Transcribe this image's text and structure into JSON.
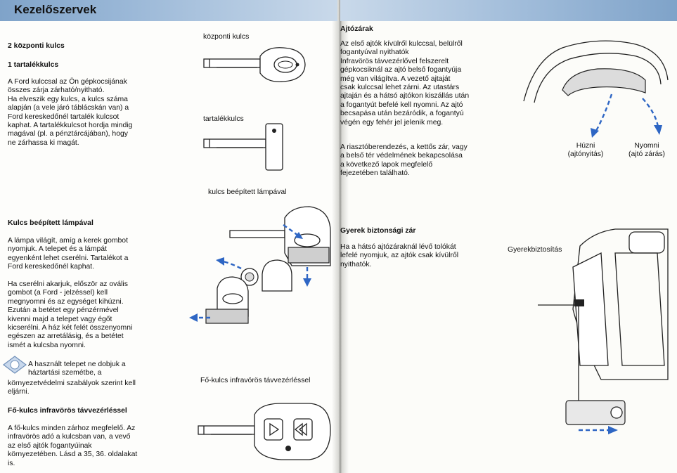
{
  "header": {
    "title": "Kezelőszervek"
  },
  "left": {
    "heading_keys": "2 központi kulcs",
    "heading_spare": "1 tartalékkulcs",
    "para_spare": "A Ford kulccsal az Ön gépkocsijának\nösszes zárja zárható/nyitható.\nHa elveszik egy kulcs, a kulcs száma\nalapján (a vele járó táblácskán van) a\nFord kereskedőnél tartalék kulcsot\nkaphat. A tartalékkulcsot hordja mindig\nmagával (pl. a pénztárcájában), hogy\nne zárhassa ki magát.",
    "heading_lamp": "Kulcs beépített lámpával",
    "para_lamp1": "A lámpa világít, amíg a kerek gombot\nnyomjuk. A telepet és a lámpát\negyenként lehet cserélni. Tartalékot a\nFord kereskedőnél kaphat.",
    "para_lamp2": "Ha cserélni akarjuk, először az ovális\ngombot (a Ford - jelzéssel) kell\nmegnyomni és az egységet kihúzni.\nEzután a betétet egy pénzérmével\nkivenni majd a telepet vagy égőt\nkicserélni. A ház két felét összenyomni\negészen az arretálásig, és a betétet\nismét a kulcsba nyomni.",
    "env_note_1": "A használt telepet ne dobjuk a\nháztartási szemétbe, a",
    "env_note_2": "környezetvédelmi szabályok szerint kell\neljárni.",
    "heading_master": "Fő-kulcs infravörös távvezérléssel",
    "para_master": "A fő-kulcs minden zárhoz megfelelő. Az\ninfravörös adó a kulcsban van, a vevő\naz első ajtók fogantyúinak\nkörnyezetében. Lásd a 35, 36. oldalakat\nis.",
    "cap_central_key": "központi kulcs",
    "cap_spare_key": "tartalékkulcs",
    "cap_lamp_key": "kulcs beépített lámpával",
    "cap_master_key": "Fő-kulcs infravörös távvezérléssel"
  },
  "right": {
    "heading_locks": "Ajtózárak",
    "para_locks": "Az első ajtók kívülről kulccsal, belülről\nfogantyúval nyithatók\nInfravörös távvezérlővel felszerelt\ngépkocsiknál az ajtó belső fogantyúja\nmég van világítva. A vezető ajtaját\ncsak kulccsal lehet zárni. Az utastárs\najtaján és a hátsó ajtókon kiszállás után\na fogantyút befelé kell nyomni. Az ajtó\nbecsapása után bezáródik, a fogantyú\nvégén egy fehér jel jelenik meg.",
    "para_alarm": "A riasztóberendezés, a kettős zár, vagy\na belső tér védelmének bekapcsolása\na következő lapok megfelelő\nfejezetében található.",
    "heading_child": "Gyerek biztonsági zár",
    "para_child": "Ha a hátsó ajtózáraknál lévő tolókát\nlefelé nyomjuk, az ajtók csak kívülről\nnyithatók.",
    "cap_pull": "Húzni\n(ajtónyitás)",
    "cap_push": "Nyomni\n(ajtó zárás)",
    "cap_child": "Gyerekbiztosítás"
  }
}
